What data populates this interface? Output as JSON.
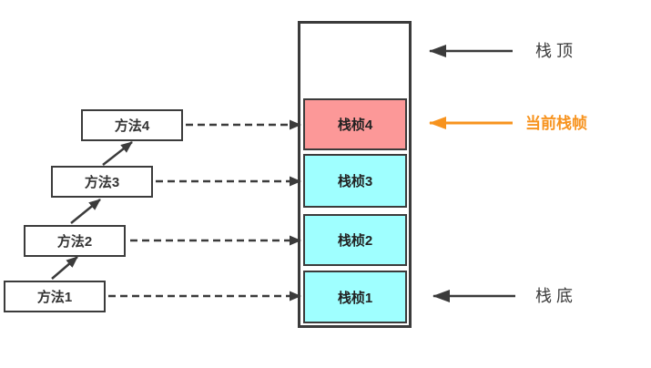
{
  "methods": [
    {
      "label": "方法1"
    },
    {
      "label": "方法2"
    },
    {
      "label": "方法3"
    },
    {
      "label": "方法4"
    }
  ],
  "stack": {
    "frames": [
      {
        "label": "栈桢4",
        "current": true
      },
      {
        "label": "栈桢3",
        "current": false
      },
      {
        "label": "栈桢2",
        "current": false
      },
      {
        "label": "栈桢1",
        "current": false
      }
    ]
  },
  "annotations": {
    "stack_top": "栈 顶",
    "current_frame": "当前栈帧",
    "stack_bottom": "栈 底"
  },
  "colors": {
    "frame-current": "#FC9898",
    "frame-normal": "#9FFFFF",
    "accent": "#F7931E",
    "line": "#3b3b3b"
  }
}
